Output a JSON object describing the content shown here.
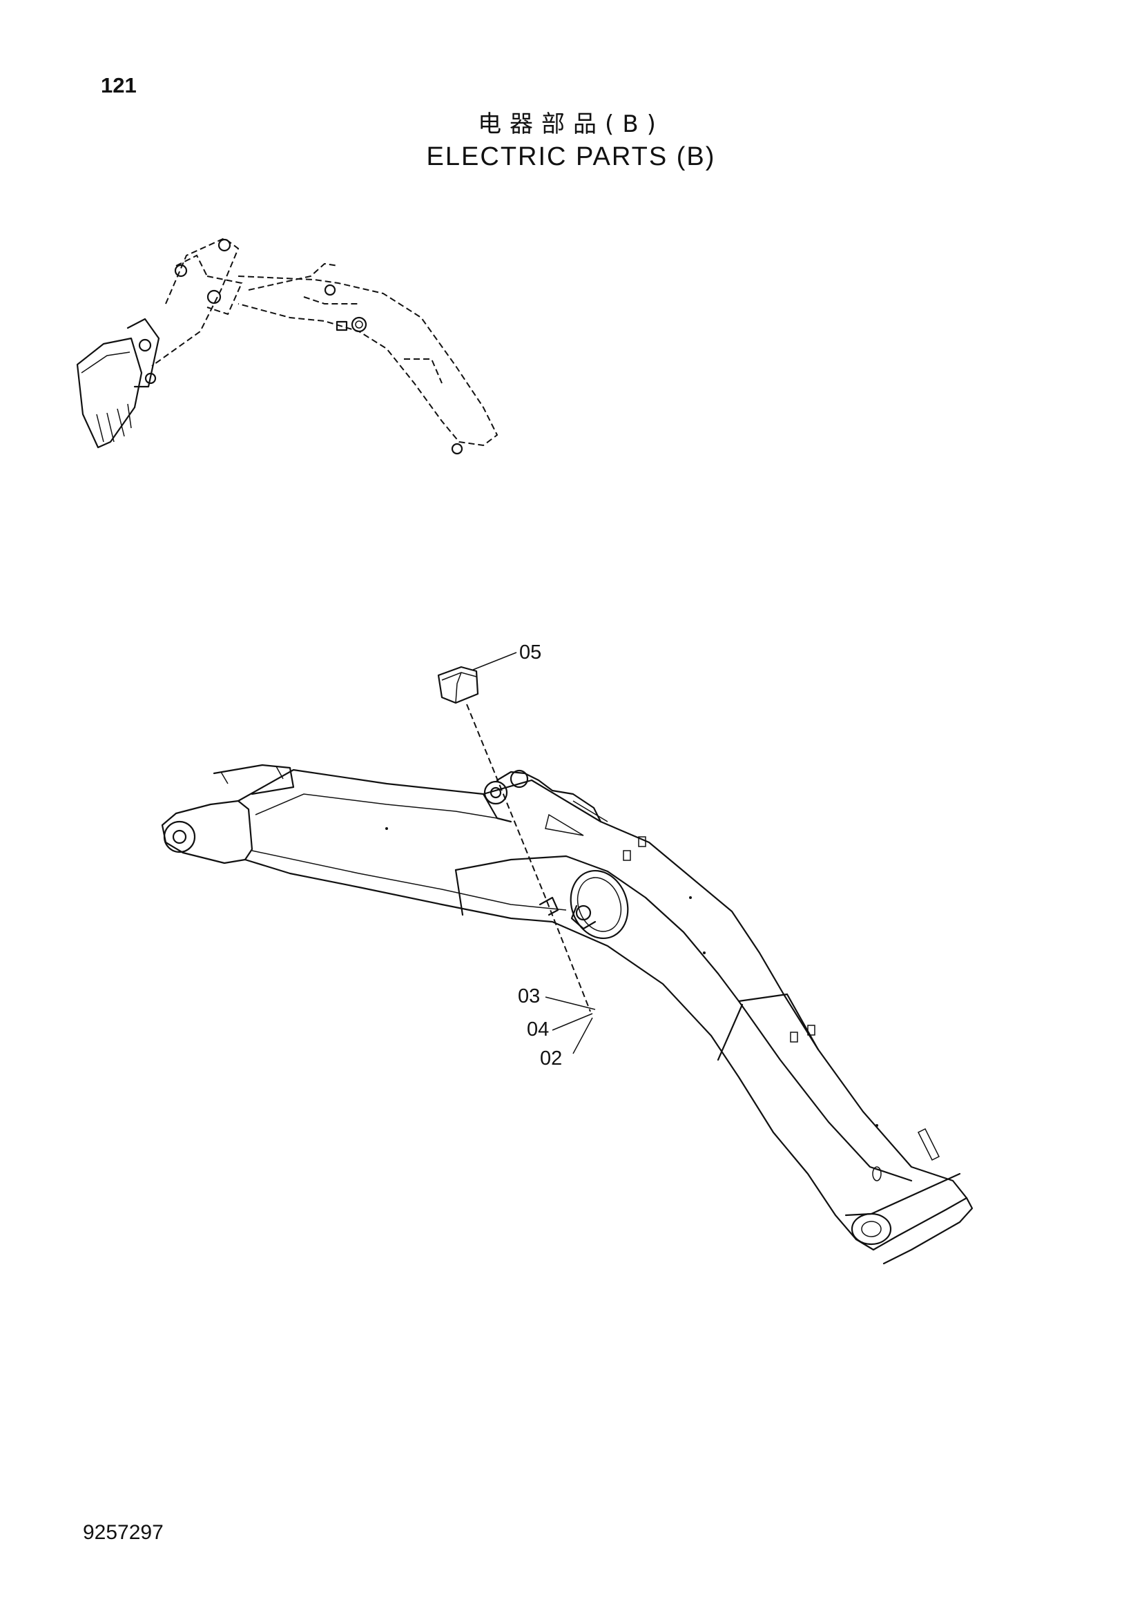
{
  "page": {
    "number": "121",
    "doc_number": "9257297"
  },
  "title": {
    "chinese": "电器部品(B)",
    "english": "ELECTRIC PARTS (B)"
  },
  "callouts": [
    {
      "id": "05",
      "label": "05"
    },
    {
      "id": "03",
      "label": "03"
    },
    {
      "id": "04",
      "label": "04"
    },
    {
      "id": "02",
      "label": "02"
    }
  ]
}
